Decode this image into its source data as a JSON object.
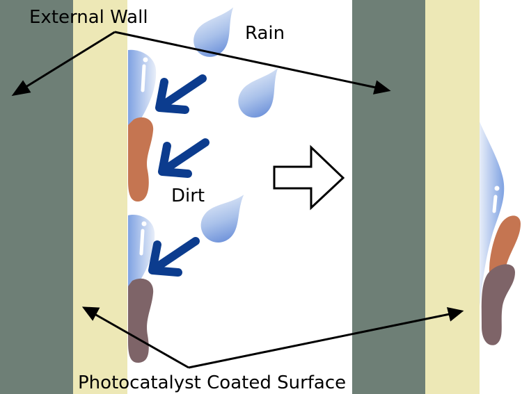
{
  "labels": {
    "external_wall": "External Wall",
    "rain": "Rain",
    "dirt": "Dirt",
    "coated_surface": "Photocatalyst Coated Surface"
  },
  "colors": {
    "wall": "#6e7f76",
    "coating": "#ede8b6",
    "arrow_blue": "#0c3c8e",
    "dirt_brown": "#c57551",
    "dirt_dark": "#7e6468",
    "water_light": "#cfdcf2",
    "water_dark": "#5f86d6"
  },
  "icons": {
    "incoming_light": "arrow-icon",
    "transition": "hollow-arrow-icon",
    "droplet": "raindrop-icon"
  }
}
